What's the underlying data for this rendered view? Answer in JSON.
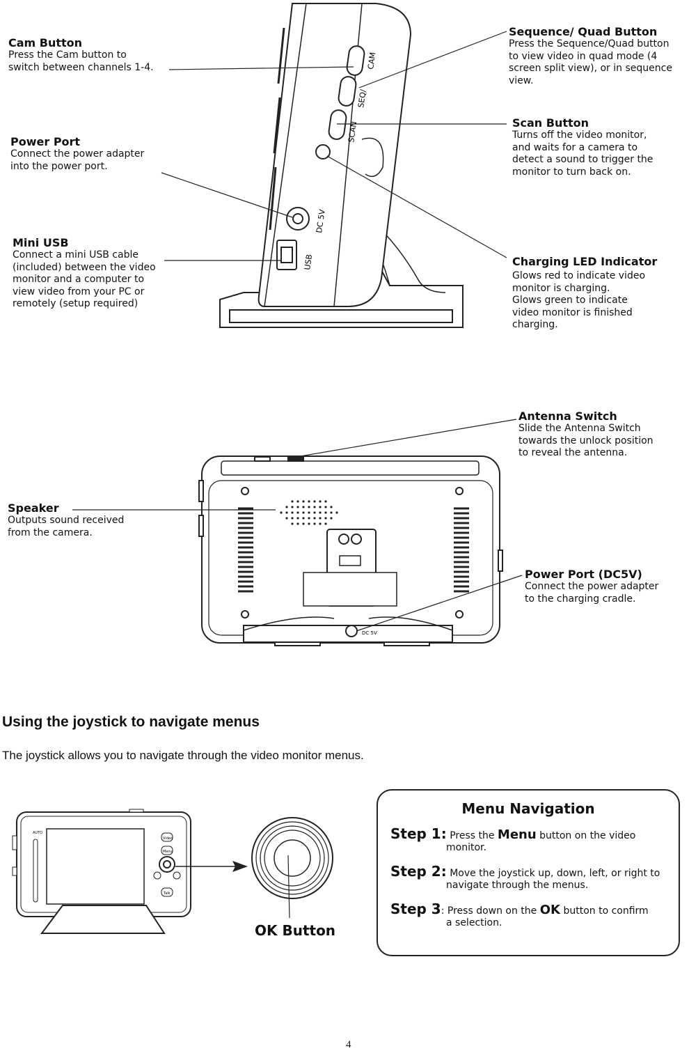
{
  "callouts": {
    "cam": {
      "title": "Cam Button",
      "lines": [
        "Press the Cam button to",
        "switch between channels 1-4."
      ]
    },
    "power_port": {
      "title": "Power Port",
      "lines": [
        "Connect the power adapter",
        "into the power port."
      ]
    },
    "mini_usb": {
      "title": "Mini USB",
      "lines": [
        "Connect a mini USB cable",
        "(included) between the video",
        "monitor and a computer to",
        "view video from your PC or",
        "remotely (setup required)"
      ]
    },
    "sequence": {
      "title": "Sequence/ Quad Button",
      "lines": [
        "Press the Sequence/Quad button",
        "to view video in quad mode (4",
        "screen split view), or in sequence",
        "view."
      ]
    },
    "scan": {
      "title": "Scan Button",
      "lines": [
        "Turns off the video monitor,",
        "and waits for a camera to",
        "detect a sound to trigger the",
        "monitor to turn back on."
      ]
    },
    "charging_led": {
      "title": "Charging LED Indicator",
      "lines": [
        "Glows red to indicate video",
        "monitor is charging.",
        "Glows green to indicate",
        "video monitor is finished",
        "charging."
      ]
    },
    "antenna": {
      "title": "Antenna Switch",
      "lines": [
        "Slide the Antenna Switch",
        "towards the unlock position",
        "to reveal the antenna."
      ]
    },
    "speaker": {
      "title": "Speaker",
      "lines": [
        "Outputs sound received",
        "from the camera."
      ]
    },
    "power_port_dc": {
      "title": "Power Port (DC5V)",
      "lines": [
        "Connect the power adapter",
        "to the charging cradle."
      ]
    }
  },
  "device_labels": {
    "cam": "CAM",
    "seq": "SEQ/",
    "scan": "SCAN",
    "dc5v": "DC 5V",
    "usb": "USB",
    "dc5v_back": "DC 5V",
    "auto": "AUTO",
    "video": "Video",
    "menu": "Menu",
    "talk": "Talk"
  },
  "section": {
    "heading": "Using the joystick to navigate menus",
    "intro": "The joystick allows you to navigate through the video monitor menus."
  },
  "ok_button_label": "OK Button",
  "menu_navigation": {
    "title": "Menu Navigation",
    "step1": {
      "label": "Step 1:",
      "pre": "Press the ",
      "keyword": "Menu",
      "post": " button on the video",
      "line2": "monitor."
    },
    "step2": {
      "label": "Step 2:",
      "line1": "Move the joystick up, down, left, or right to",
      "line2": "navigate through the menus."
    },
    "step3": {
      "label": "Step 3",
      "pre": ": Press down on the ",
      "keyword": "OK",
      "post": " button to confirm",
      "line2": "a selection."
    }
  },
  "page_number": "4"
}
